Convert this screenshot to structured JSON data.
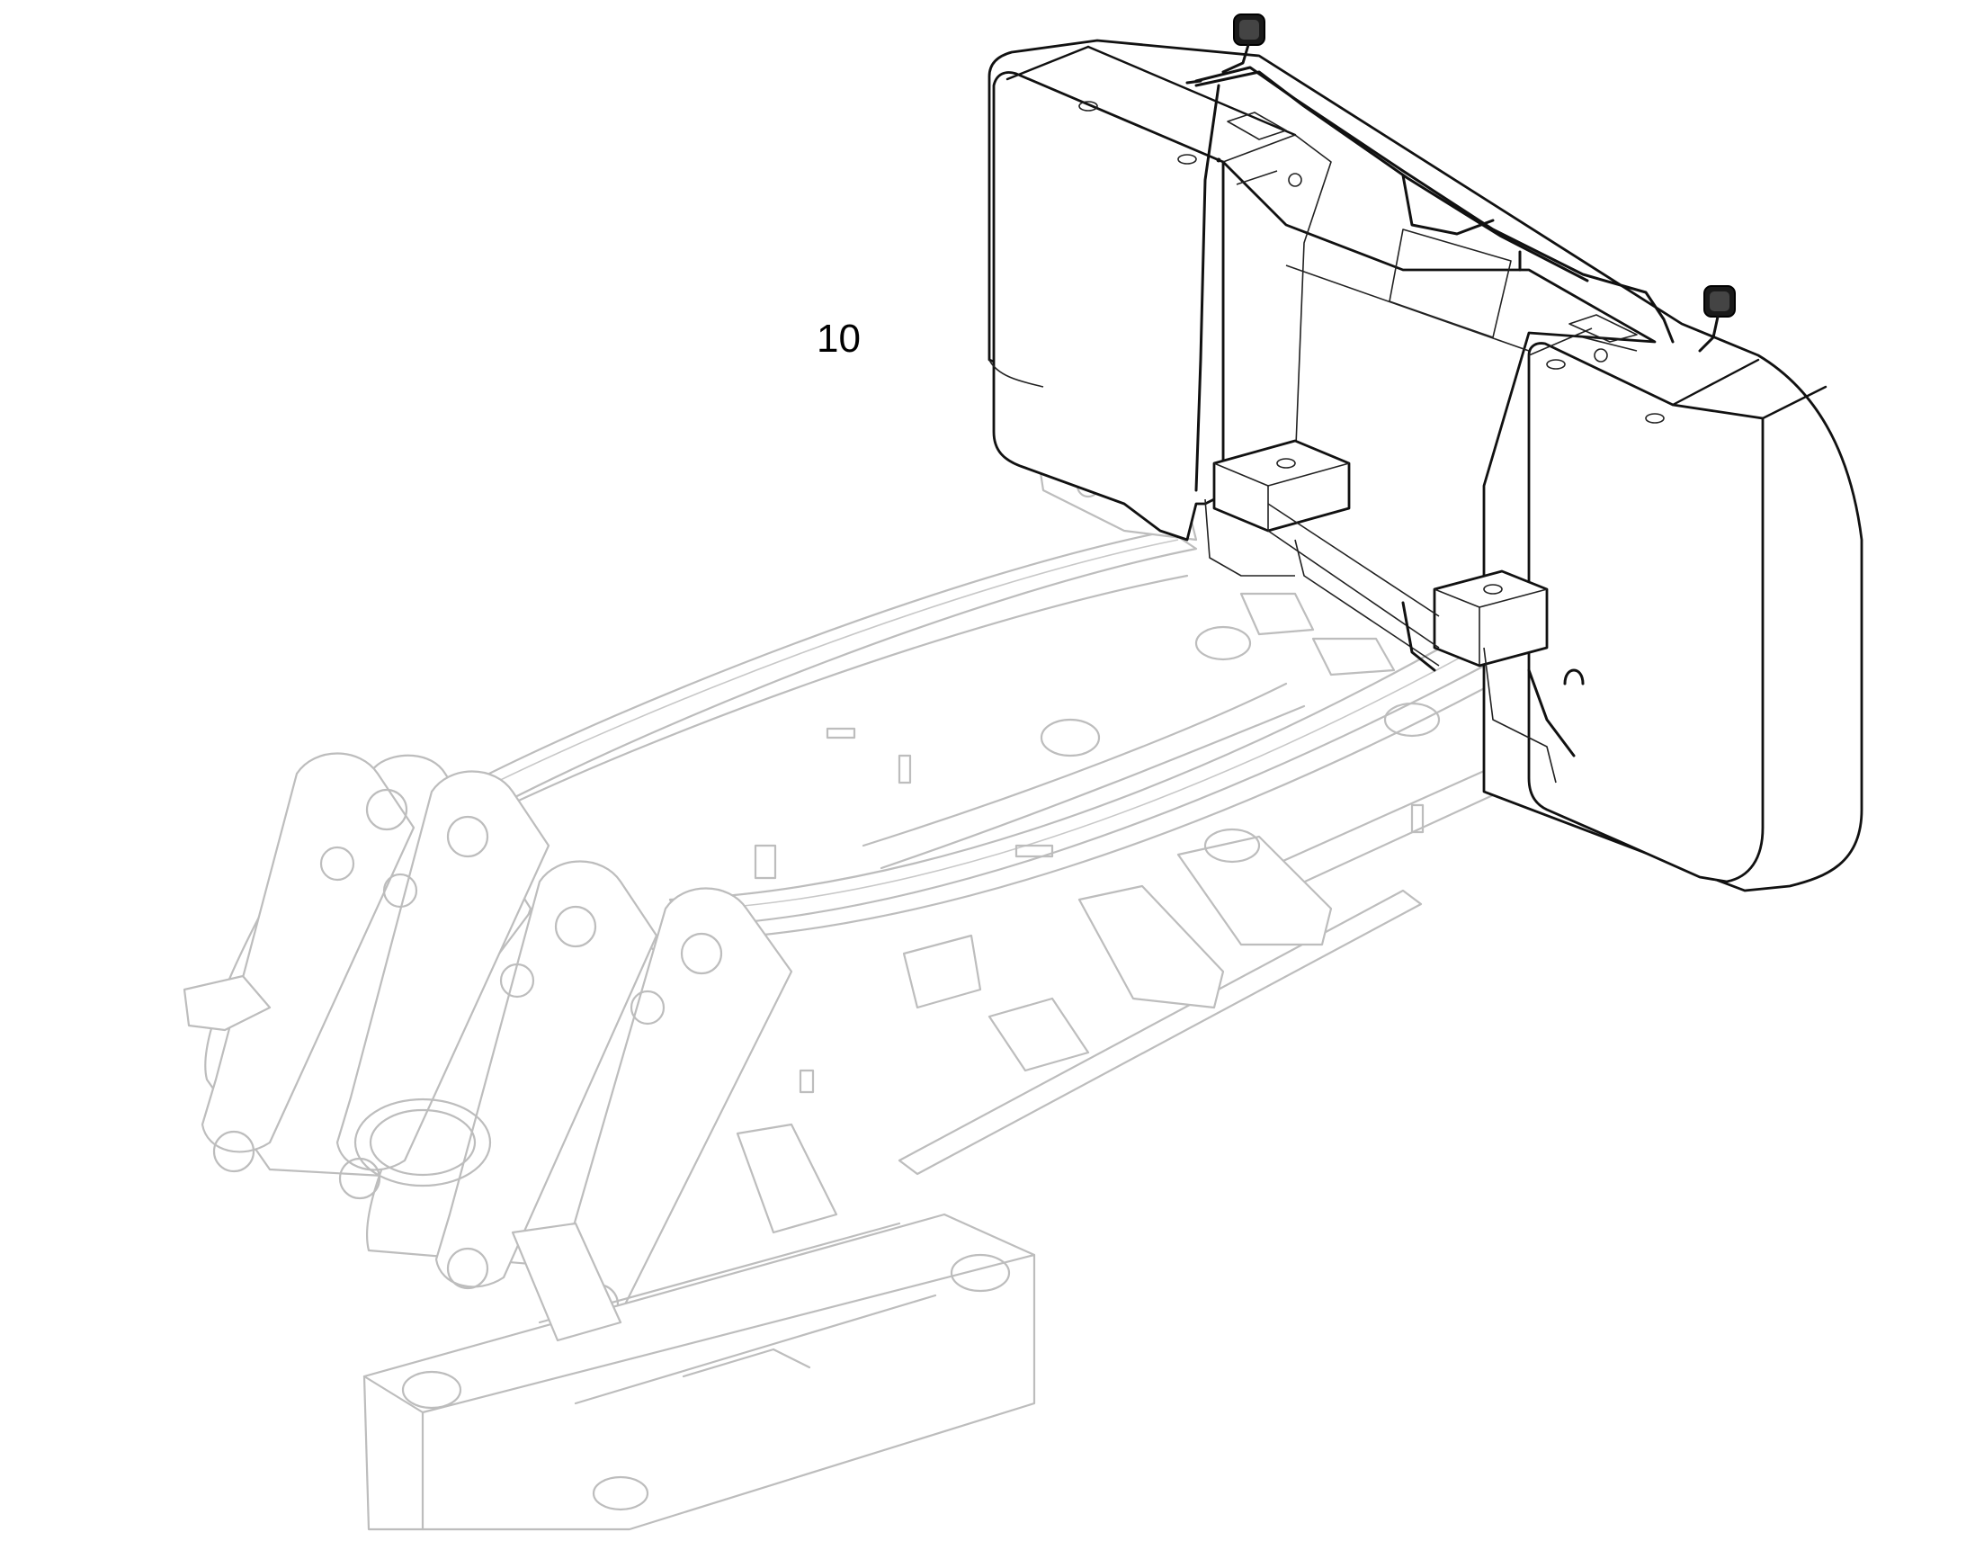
{
  "diagram": {
    "callouts": [
      {
        "label": "10",
        "target": "counterweight"
      }
    ],
    "parts": {
      "highlighted": "counterweight",
      "context": "chassis-frame"
    }
  }
}
